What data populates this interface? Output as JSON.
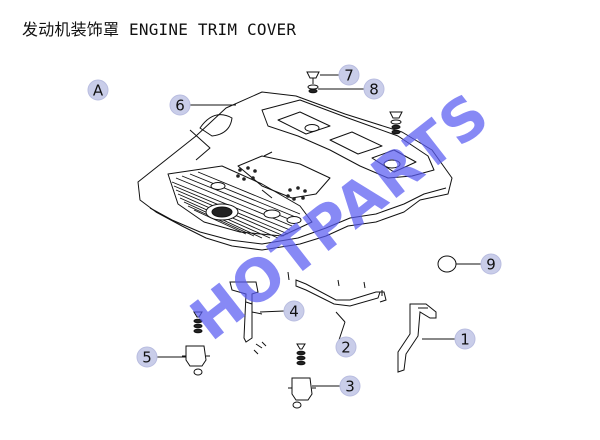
{
  "title": "发动机装饰罩 ENGINE TRIM COVER",
  "view_label": "A",
  "watermark": {
    "text": "HOTPARTS",
    "color": "#5a5cf2"
  },
  "callouts": [
    {
      "id": "1"
    },
    {
      "id": "2"
    },
    {
      "id": "3"
    },
    {
      "id": "4"
    },
    {
      "id": "5"
    },
    {
      "id": "6"
    },
    {
      "id": "7"
    },
    {
      "id": "8"
    },
    {
      "id": "9"
    }
  ],
  "colors": {
    "callout_fill": "#c9cde9",
    "callout_stroke": "#b9bde0",
    "line": "#111111"
  }
}
